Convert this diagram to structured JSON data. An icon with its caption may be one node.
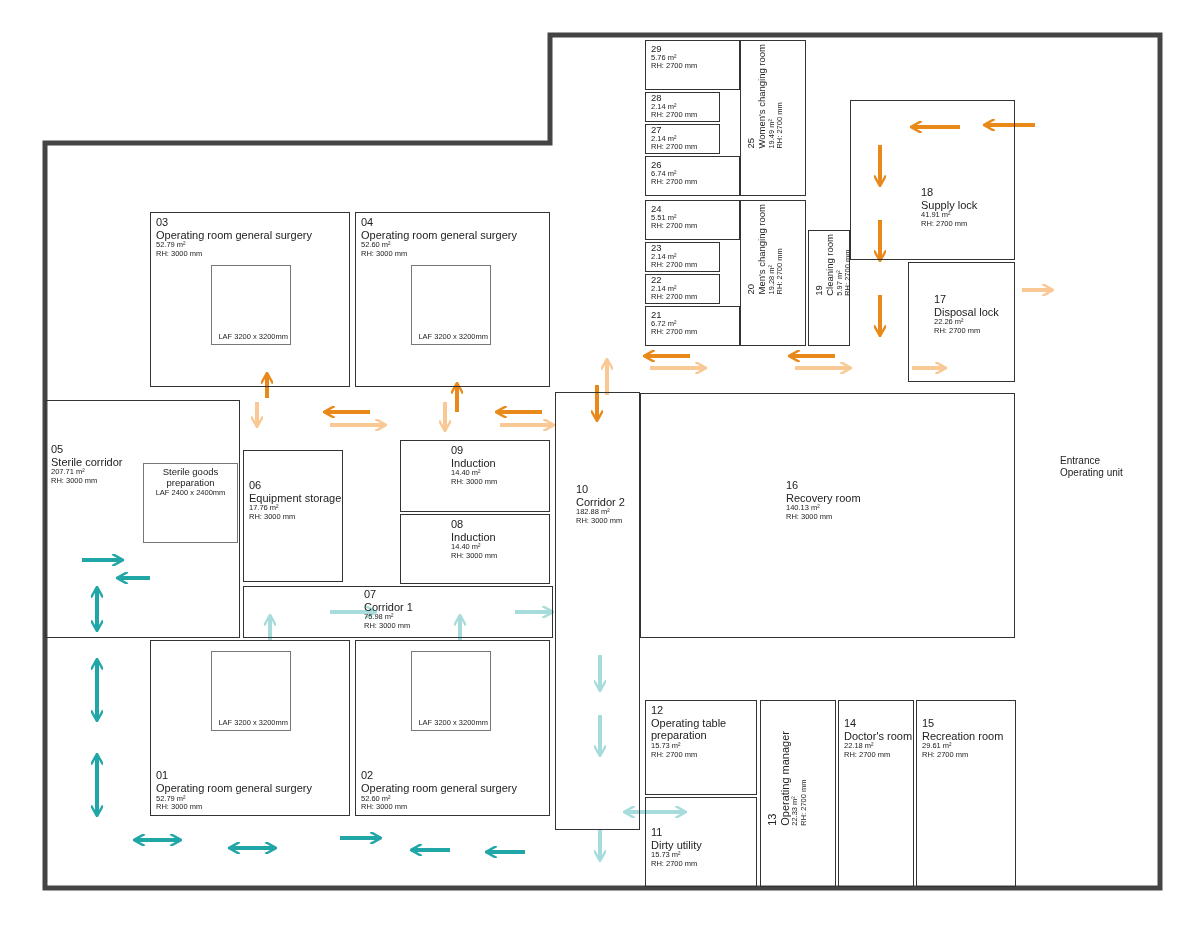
{
  "diagram": {
    "nodes": [
      {
        "text": [
          "29",
          "5.76 m²",
          "RH: 2700 mm"
        ]
      },
      {
        "text": [
          "28",
          "2.14 m²",
          "RH: 2700 mm"
        ]
      },
      {
        "text": [
          "27",
          "2.14 m²",
          "RH: 2700 mm"
        ]
      },
      {
        "text": [
          "26",
          "6.74 m²",
          "RH: 2700 mm"
        ]
      },
      {
        "text": [
          "25",
          "Women's changing room",
          "19.49 m²",
          "RH: 2700 mm"
        ]
      },
      {
        "text": [
          "24",
          "5.51 m²",
          "RH: 2700 mm"
        ]
      },
      {
        "text": [
          "23",
          "2.14 m²",
          "RH: 2700 mm"
        ]
      },
      {
        "text": [
          "22",
          "2.14 m²",
          "RH: 2700 mm"
        ]
      },
      {
        "text": [
          "21",
          "6.72 m²",
          "RH: 2700 mm"
        ]
      },
      {
        "text": [
          "20",
          "Men's changing room",
          "19.28 m²",
          "RH: 2700 mm"
        ]
      },
      {
        "text": [
          "19",
          "Cleaning room",
          "5.97 m²",
          "RH: 2700 mm"
        ]
      },
      {
        "text": [
          "18",
          "Supply lock",
          "41.91 m²",
          "RH: 2700 mm"
        ]
      },
      {
        "text": [
          "17",
          "Disposal lock",
          "22.26 m²",
          "RH: 2700 mm"
        ]
      },
      {
        "text": [
          "03",
          "Operating room general surgery",
          "52.79 m²",
          "RH: 3000 mm"
        ]
      },
      {
        "text": [
          "LAF 3200 x 3200mm"
        ],
        "in": 13
      },
      {
        "text": [
          "04",
          "Operating room general surgery",
          "52.60 m²",
          "RH: 3000 mm"
        ]
      },
      {
        "text": [
          "LAF 3200 x 3200mm"
        ],
        "in": 15
      },
      {
        "text": [
          "05",
          "Sterile corridor",
          "207.71 m²",
          "RH: 3000 mm"
        ]
      },
      {
        "text": [
          "Sterile goods preparation",
          "LAF 2400 x 2400mm"
        ],
        "in": 17
      },
      {
        "text": [
          "06",
          "Equipment storage",
          "17.76 m²",
          "RH: 3000 mm"
        ]
      },
      {
        "text": [
          "09",
          "Induction",
          "14.40 m²",
          "RH: 3000 mm"
        ]
      },
      {
        "text": [
          "08",
          "Induction",
          "14.40 m²",
          "RH: 3000 mm"
        ]
      },
      {
        "text": [
          "10",
          "Corridor 2",
          "182.88 m²",
          "RH: 3000 mm"
        ]
      },
      {
        "text": [
          "16",
          "Recovery room",
          "140.13 m²",
          "RH: 3000 mm"
        ]
      },
      {
        "text": [
          "07",
          "Corridor 1",
          "75.98 m²",
          "RH: 3000 mm"
        ]
      },
      {
        "text": [
          "01",
          "Operating room general surgery",
          "52.79 m²",
          "RH: 3000 mm"
        ]
      },
      {
        "text": [
          "LAF 3200 x 3200mm"
        ],
        "in": 25
      },
      {
        "text": [
          "02",
          "Operating room general surgery",
          "52.60 m²",
          "RH: 3000 mm"
        ]
      },
      {
        "text": [
          "LAF 3200 x 3200mm"
        ],
        "in": 27
      },
      {
        "text": [
          "12",
          "Operating table preparation",
          "15.73 m²",
          "RH: 2700 mm"
        ]
      },
      {
        "text": [
          "13",
          "Operating manager",
          "22.33 m²",
          "RH: 2700 mm"
        ]
      },
      {
        "text": [
          "14",
          "Doctor's room",
          "22.18 m²",
          "RH: 2700 mm"
        ]
      },
      {
        "text": [
          "15",
          "Recreation room",
          "29.61 m²",
          "RH: 2700 mm"
        ]
      },
      {
        "text": [
          "11",
          "Dirty utility",
          "15.73 m²",
          "RH: 2700 mm"
        ]
      }
    ],
    "labels": [
      "Entrance Operating unit"
    ]
  }
}
